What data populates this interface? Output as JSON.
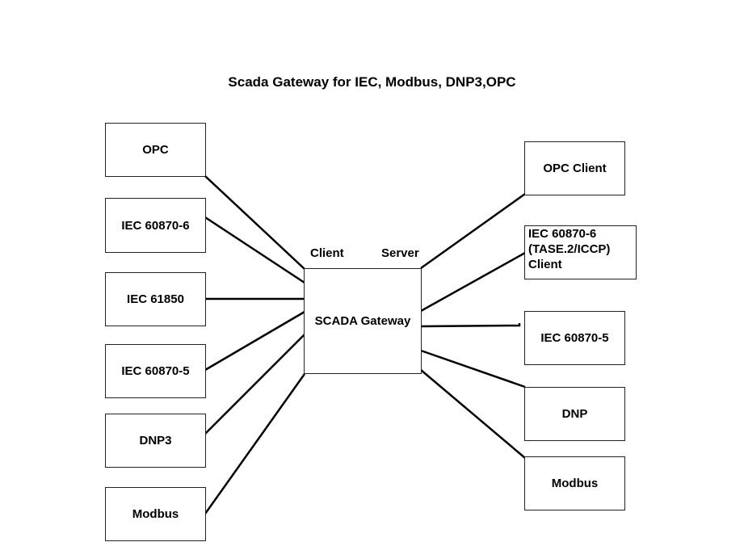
{
  "title": "Scada Gateway for IEC, Modbus, DNP3,OPC",
  "gateway": {
    "label": "SCADA Gateway",
    "client_label": "Client",
    "server_label": "Server"
  },
  "client_side": [
    {
      "label": "OPC"
    },
    {
      "label": "IEC 60870-6"
    },
    {
      "label": "IEC 61850"
    },
    {
      "label": "IEC 60870-5"
    },
    {
      "label": "DNP3"
    },
    {
      "label": "Modbus"
    }
  ],
  "server_side": [
    {
      "label": "OPC Client"
    },
    {
      "line1": "IEC 60870-6",
      "line2": "(TASE.2/ICCP)",
      "line3": "Client"
    },
    {
      "label": "IEC 60870-5"
    },
    {
      "label": "DNP"
    },
    {
      "label": "Modbus"
    }
  ],
  "colors": {
    "line": "#000000",
    "border": "#222222"
  }
}
